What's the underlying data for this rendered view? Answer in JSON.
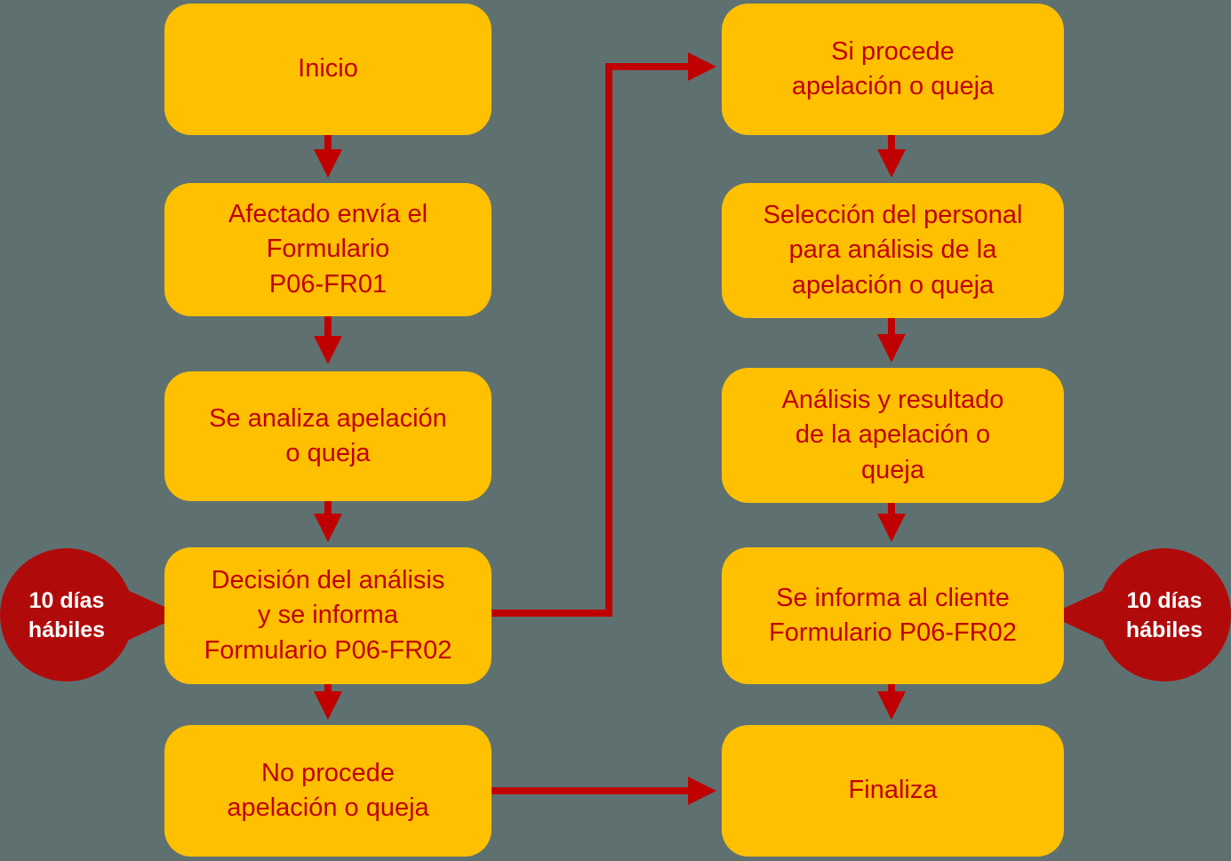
{
  "diagram": {
    "type": "flowchart",
    "language": "es",
    "colors": {
      "background": "#5e7170",
      "node_fill": "#FFC000",
      "node_text": "#C00000",
      "arrow": "#C00000",
      "callout_fill": "#B10A0A",
      "callout_text": "#FFFFFF"
    },
    "nodes": {
      "inicio": "Inicio",
      "envia_formulario": "Afectado envía el\nFormulario\nP06-FR01",
      "analiza": "Se analiza apelación\no queja",
      "decision": "Decisión del análisis\ny se informa\nFormulario P06-FR02",
      "no_procede": "No procede\napelación o queja",
      "si_procede": "Si procede\napelación o queja",
      "seleccion_personal": "Selección del personal\npara análisis de la\napelación o queja",
      "analisis_resultado": "Análisis y resultado\nde la apelación o\nqueja",
      "informa_cliente": "Se informa al cliente\nFormulario P06-FR02",
      "finaliza": "Finaliza"
    },
    "callouts": {
      "left": "10 días\nhábiles",
      "right": "10 días\nhábiles"
    },
    "edges": [
      "inicio -> envia_formulario",
      "envia_formulario -> analiza",
      "analiza -> decision",
      "decision -> no_procede",
      "decision -> si_procede",
      "si_procede -> seleccion_personal",
      "seleccion_personal -> analisis_resultado",
      "analisis_resultado -> informa_cliente",
      "informa_cliente -> finaliza",
      "no_procede -> finaliza"
    ]
  }
}
